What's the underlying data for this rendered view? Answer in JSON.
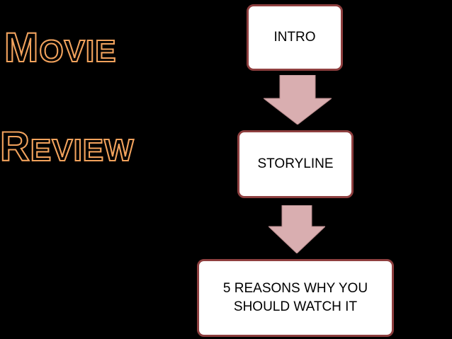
{
  "title": {
    "line1": {
      "first": "M",
      "rest": "OVIE"
    },
    "line2": {
      "first": "R",
      "rest": "EVIEW"
    }
  },
  "flowchart": {
    "steps": [
      {
        "label": "INTRO"
      },
      {
        "label": "STORYLINE"
      },
      {
        "label": "5 REASONS WHY YOU SHOULD WATCH IT"
      }
    ]
  },
  "colors": {
    "background": "#000000",
    "title_fill": "#f8c08a",
    "box_border": "#8e3f3f",
    "arrow_fill": "#d9aeb0"
  }
}
